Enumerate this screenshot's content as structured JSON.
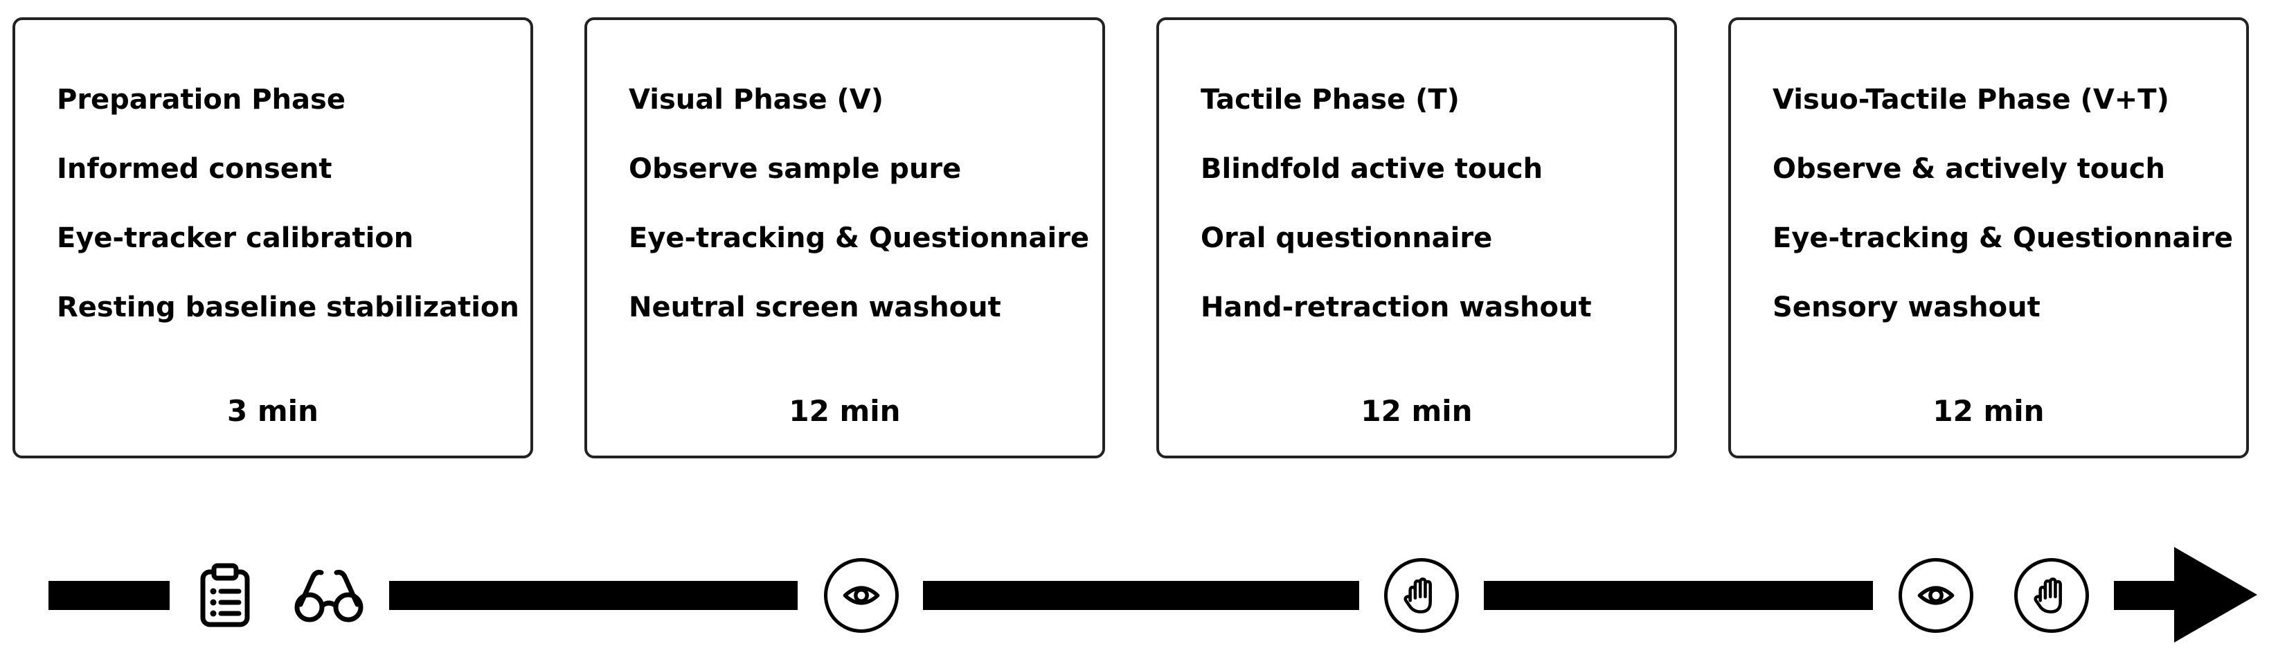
{
  "phases": [
    {
      "lines": [
        "Preparation Phase",
        "Informed consent",
        "Eye-tracker calibration",
        "Resting baseline stabilization"
      ],
      "duration": "3 min"
    },
    {
      "lines": [
        "Visual Phase (V)",
        "Observe sample pure",
        "Eye-tracking & Questionnaire",
        "Neutral screen washout"
      ],
      "duration": "12 min"
    },
    {
      "lines": [
        "Tactile Phase (T)",
        "Blindfold active touch",
        "Oral questionnaire",
        "Hand-retraction washout"
      ],
      "duration": "12 min"
    },
    {
      "lines": [
        "Visuo-Tactile Phase (V+T)",
        "Observe & actively touch",
        "Eye-tracking & Questionnaire",
        "Sensory washout"
      ],
      "duration": "12 min"
    }
  ],
  "timeline_icons": [
    "clipboard-icon",
    "glasses-icon",
    "eye-icon",
    "hand-icon",
    "eye-icon",
    "hand-icon"
  ],
  "colors": {
    "stroke": "#000000",
    "card_border": "#222222",
    "background": "#ffffff"
  }
}
